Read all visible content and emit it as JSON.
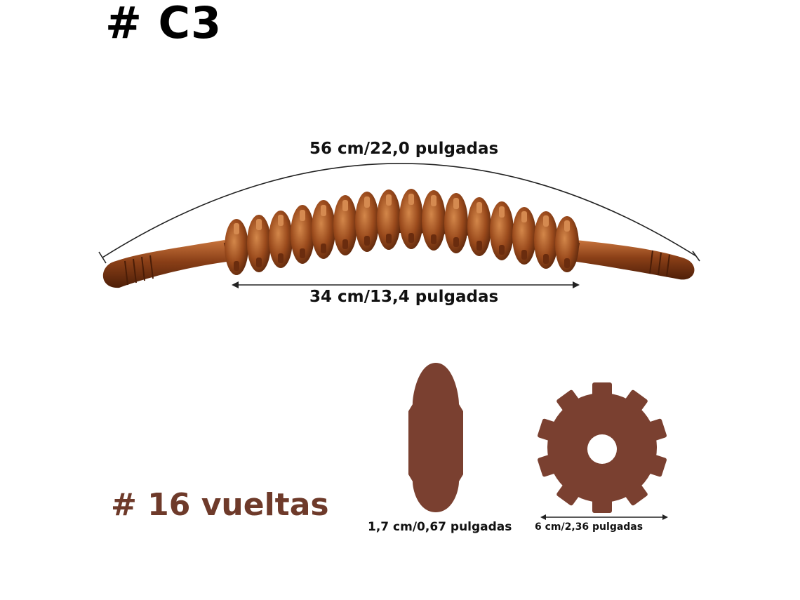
{
  "product": {
    "model_code": "# C3",
    "total_length_label": "56 cm/22,0 pulgadas",
    "roller_length_label": "34 cm/13,4 pulgadas",
    "wheel_count_label": "# 16 vueltas",
    "wheel_thickness_label": "1,7 cm/0,67 pulgadas",
    "wheel_diameter_label": "6 cm/2,36 pulgadas",
    "wheel_count": 16
  },
  "colors": {
    "wood": "#8a3f17",
    "wood_dark": "#5e260b",
    "wood_light": "#c8743c",
    "profile": "#7a4030",
    "accent_text": "#6e3a2a",
    "line": "#222222"
  },
  "icons": {
    "massage_roller": "wooden-massage-roller",
    "wheel_side": "wheel-side-profile",
    "wheel_front": "gear-wheel-front"
  }
}
